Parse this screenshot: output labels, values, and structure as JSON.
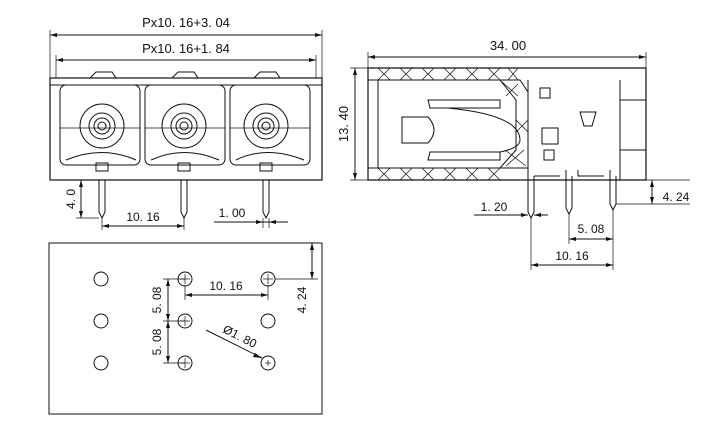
{
  "front_view": {
    "overall_width": "Px10. 16+3. 04",
    "inner_width": "Px10. 16+1. 84",
    "pin_length": "4. 0",
    "pitch": "10. 16",
    "pin_width": "1. 00"
  },
  "side_view": {
    "length": "34. 00",
    "height": "13. 40",
    "pin_thickness": "1. 20",
    "pin_offset": "4. 24",
    "row_pitch": "5. 08",
    "pin_span": "10. 16"
  },
  "pcb_layout": {
    "pitch": "10. 16",
    "row_pitch_upper": "5. 08",
    "row_pitch_lower": "5. 08",
    "edge_offset": "4. 24",
    "hole_diameter": "Ø1. 80"
  }
}
